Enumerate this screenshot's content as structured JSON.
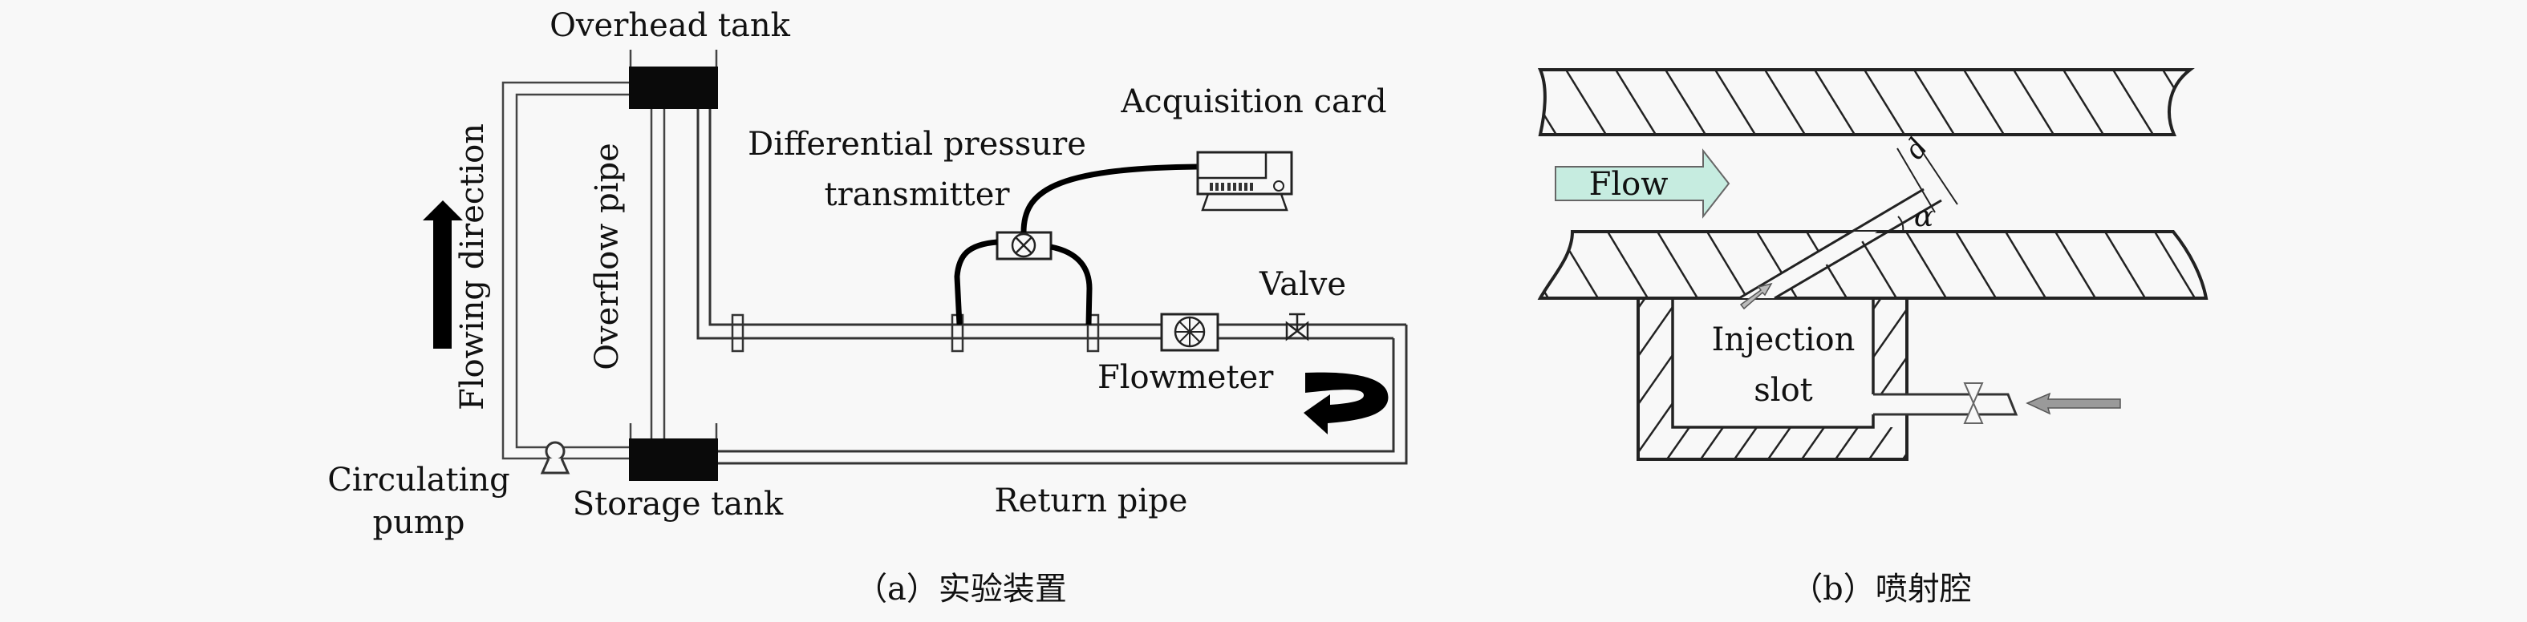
{
  "panel_a": {
    "caption": "（a）实验装置",
    "labels": {
      "overhead_tank": "Overhead tank",
      "flowing_direction": "Flowing direction",
      "overflow_pipe": "Overflow pipe",
      "differential_pressure_line1": "Differential pressure",
      "differential_pressure_line2": "transmitter",
      "acquisition_card": "Acquisition card",
      "valve": "Valve",
      "flowmeter": "Flowmeter",
      "circulating_pump_line1": "Circulating",
      "circulating_pump_line2": "pump",
      "storage_tank": "Storage tank",
      "return_pipe": "Return pipe"
    }
  },
  "panel_b": {
    "caption": "（b）喷射腔",
    "labels": {
      "flow": "Flow",
      "injection_slot_line1": "Injection",
      "injection_slot_line2": "slot",
      "slot_width_symbol": "d",
      "slot_angle_symbol": "α"
    },
    "colors": {
      "flow_arrow_fill": "#c6ece0",
      "inlet_arrow_fill": "#9a9a9a"
    }
  }
}
